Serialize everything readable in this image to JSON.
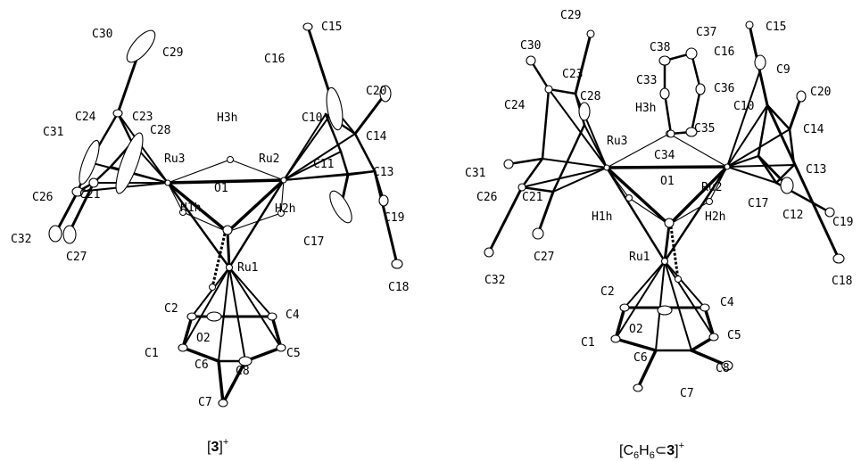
{
  "structures": [
    {
      "caption": {
        "open": "[",
        "bold": "3",
        "close": "]",
        "charge": "+"
      },
      "labels": {
        "C30": "C30",
        "C29": "C29",
        "C24": "C24",
        "C23": "C23",
        "C31": "C31",
        "C28": "C28",
        "H3h": "H3h",
        "Ru3": "Ru3",
        "Ru2": "Ru2",
        "C10": "C10",
        "C16": "C16",
        "C15": "C15",
        "C20": "C20",
        "C14": "C14",
        "C11": "C11",
        "C13": "C13",
        "C26": "C26",
        "C21": "C21",
        "H1h": "H1h",
        "O1": "O1",
        "H2h": "H2h",
        "C17": "C17",
        "C19": "C19",
        "C32": "C32",
        "C27": "C27",
        "Ru1": "Ru1",
        "C18": "C18",
        "C2": "C2",
        "C4": "C4",
        "O2": "O2",
        "C1": "C1",
        "C5": "C5",
        "C6": "C6",
        "C8": "C8",
        "C7": "C7"
      }
    },
    {
      "caption": {
        "open": "[C",
        "sub1": "6",
        "mid": "H",
        "sub2": "6",
        "subset": "⊂",
        "bold": "3",
        "close": "]",
        "charge": "+"
      },
      "labels": {
        "C29": "C29",
        "C30": "C30",
        "C38": "C38",
        "C37": "C37",
        "C15": "C15",
        "C16": "C16",
        "C23": "C23",
        "C28": "C28",
        "C24": "C24",
        "C33": "C33",
        "C36": "C36",
        "C9": "C9",
        "C20": "C20",
        "H3h": "H3h",
        "C10": "C10",
        "C35": "C35",
        "Ru3": "Ru3",
        "C34": "C34",
        "C14": "C14",
        "C31": "C31",
        "C13": "C13",
        "C26": "C26",
        "C21": "C21",
        "O1": "O1",
        "Ru2": "Ru2",
        "C17": "C17",
        "C12": "C12",
        "C19": "C19",
        "H1h": "H1h",
        "H2h": "H2h",
        "C32": "C32",
        "C27": "C27",
        "Ru1": "Ru1",
        "C18": "C18",
        "C2": "C2",
        "C4": "C4",
        "O2": "O2",
        "C1": "C1",
        "C5": "C5",
        "C6": "C6",
        "C8": "C8",
        "C7": "C7"
      }
    }
  ]
}
